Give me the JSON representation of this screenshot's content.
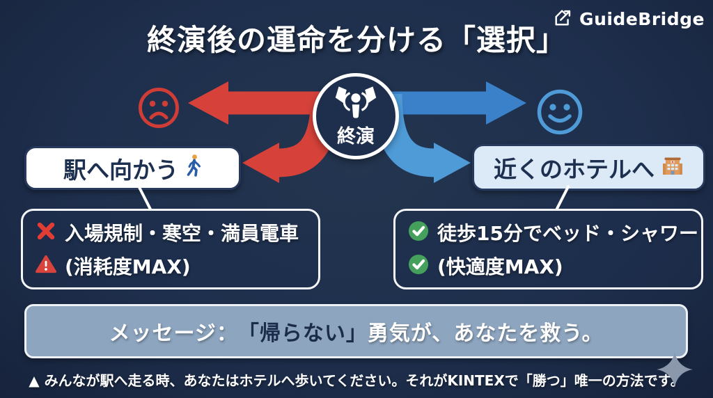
{
  "brand": {
    "name": "GuideBridge",
    "icon": "house-arrow-icon"
  },
  "title": "終演後の運命を分ける「選択」",
  "center_node": {
    "label": "終演",
    "icon": "stage-show-end-icon"
  },
  "left_path": {
    "mood_icon": "sad-face-icon",
    "option": {
      "label": "駅へ向かう",
      "icon": "walking-person-icon"
    },
    "details": [
      {
        "icon": "cross-mark-icon",
        "text": "入場規制・寒空・満員電車"
      },
      {
        "icon": "warning-icon",
        "text": "(消耗度MAX)"
      }
    ]
  },
  "right_path": {
    "mood_icon": "happy-face-icon",
    "option": {
      "label": "近くのホテルへ",
      "icon": "hotel-icon"
    },
    "details": [
      {
        "icon": "check-mark-icon",
        "text": "徒歩15分でベッド・シャワー"
      },
      {
        "icon": "check-mark-icon",
        "text": "(快適度MAX)"
      }
    ]
  },
  "message": {
    "prefix": "メッセージ：",
    "highlight": "「帰らない」",
    "suffix": "勇気が、あなたを救う。"
  },
  "footnote": "▲ みんなが駅へ走る時、あなたはホテルへ歩いてください。それがKINTEXで「勝つ」唯一の方法です。",
  "colors": {
    "background": "#1e2f4d",
    "danger_red": "#d6423a",
    "path_blue": "#3a81c9",
    "happy_blue": "#4f9bd8",
    "check_green": "#44a05b",
    "navy_text": "#1d3050",
    "hotel_box_bg": "#dceaf8",
    "message_bar_bg": "#8da5bf"
  }
}
